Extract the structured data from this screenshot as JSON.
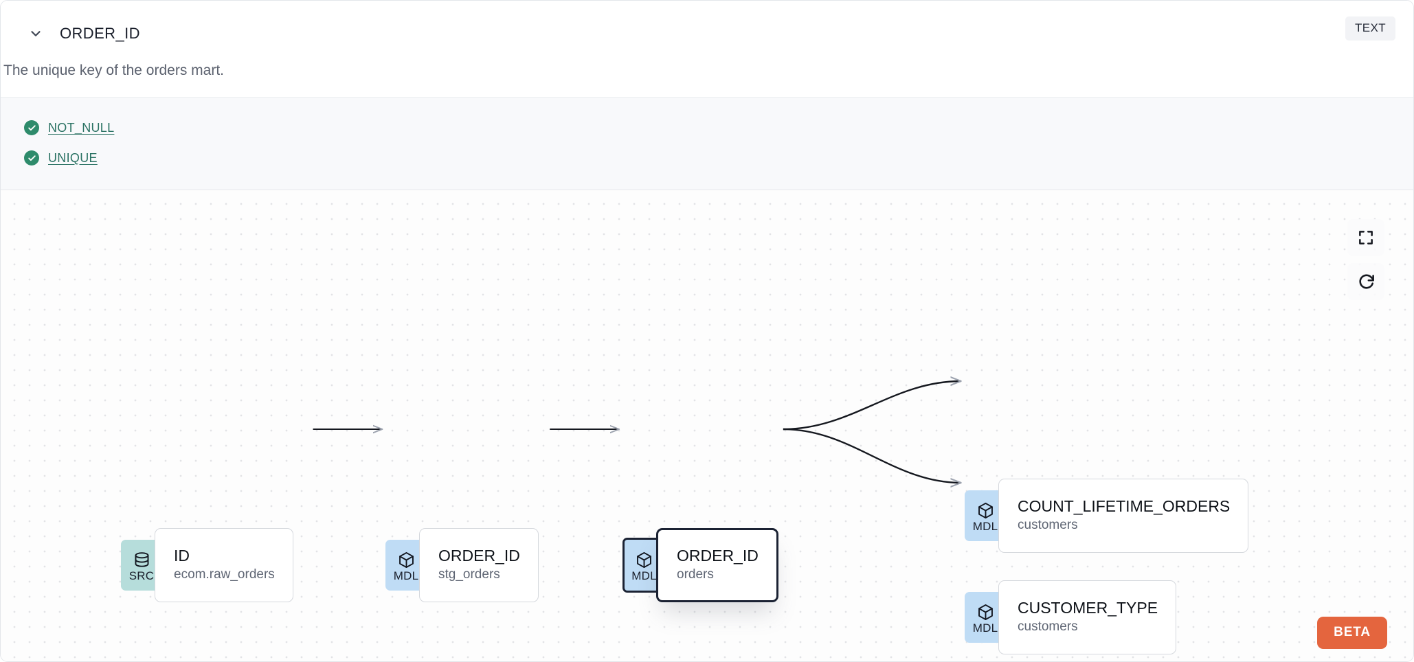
{
  "header": {
    "column_name": "ORDER_ID",
    "collapse_icon": "chevron-down-icon",
    "type_badge": "TEXT",
    "description": "The unique key of the orders mart."
  },
  "tests": {
    "items": [
      {
        "label": "NOT_NULL",
        "status": "passed",
        "status_icon": "check-circle-icon"
      },
      {
        "label": "UNIQUE",
        "status": "passed",
        "status_icon": "check-circle-icon"
      }
    ]
  },
  "lineage": {
    "nodes": [
      {
        "id": "src",
        "badge": "SRC",
        "badge_icon": "database-icon",
        "name": "ID",
        "resource": "ecom.raw_orders",
        "selected": false
      },
      {
        "id": "stg",
        "badge": "MDL",
        "badge_icon": "cube-icon",
        "name": "ORDER_ID",
        "resource": "stg_orders",
        "selected": false
      },
      {
        "id": "orders",
        "badge": "MDL",
        "badge_icon": "cube-icon",
        "name": "ORDER_ID",
        "resource": "orders",
        "selected": true
      },
      {
        "id": "count",
        "badge": "MDL",
        "badge_icon": "cube-icon",
        "name": "COUNT_LIFETIME_ORDERS",
        "resource": "customers",
        "selected": false
      },
      {
        "id": "custtype",
        "badge": "MDL",
        "badge_icon": "cube-icon",
        "name": "CUSTOMER_TYPE",
        "resource": "customers",
        "selected": false
      }
    ],
    "controls": [
      {
        "id": "fit-view",
        "icon": "fullscreen-icon",
        "title": "Fit view"
      },
      {
        "id": "reset",
        "icon": "refresh-icon",
        "title": "Reset"
      }
    ],
    "beta_label": "BETA"
  },
  "colors": {
    "src_badge": "#B6DDDB",
    "mdl_badge": "#BFDCF5",
    "test_pass": "#2E8B6B",
    "test_link": "#2A7263",
    "beta": "#E4653E",
    "selected_border": "#1B2233",
    "canvas_dot": "#E2E3E6"
  }
}
